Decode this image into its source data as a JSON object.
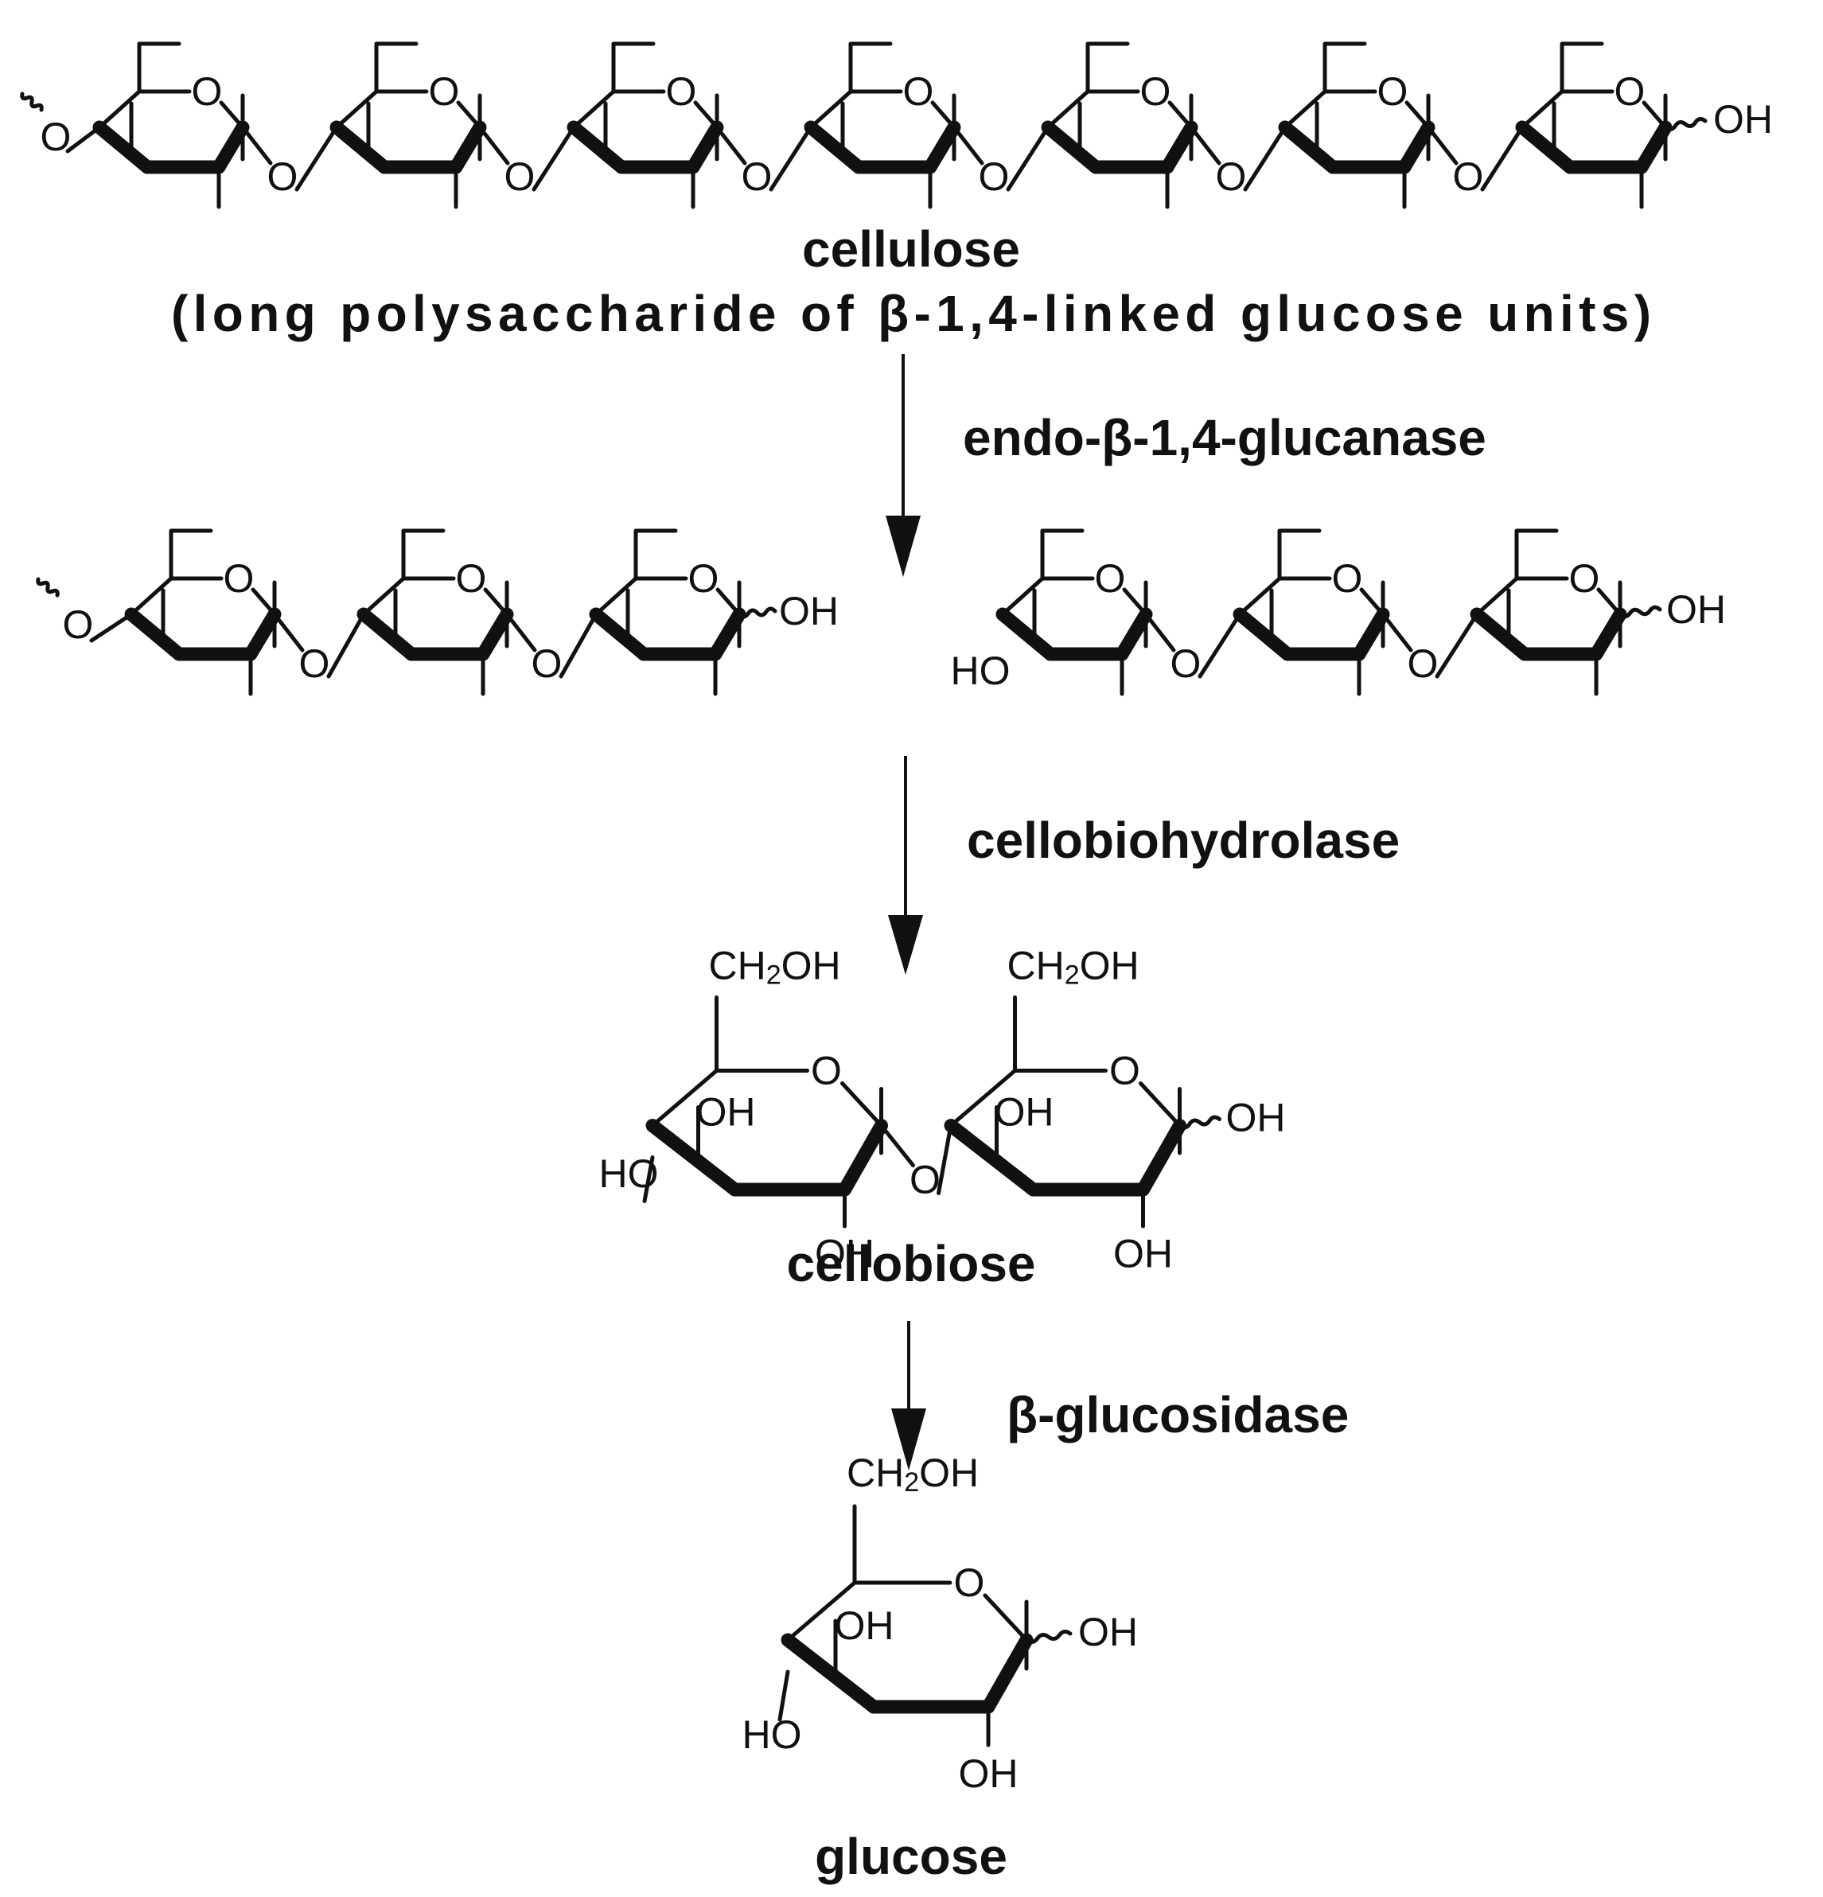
{
  "labels": {
    "cellulose_name": "cellulose",
    "cellulose_desc": "(long polysaccharide of β-1,4-linked glucose units)",
    "cellobiose_name": "cellobiose",
    "glucose_name": "glucose"
  },
  "enzymes": {
    "step1": "endo-β-1,4-glucanase",
    "step2": "cellobiohydrolase",
    "step3": "β-glucosidase"
  },
  "atoms": {
    "ring_oxygen": "O",
    "glycosidic_oxygen": "O",
    "hydroxyl": "OH",
    "hydroxyl_left": "HO",
    "hydroxymethyl_main": "CH",
    "hydroxymethyl_sub": "2",
    "hydroxymethyl_tail": "OH"
  },
  "molecules": {
    "cellulose_units": 7,
    "fragment_left_units": 3,
    "fragment_right_units": 3,
    "cellobiose_units": 2,
    "glucose_units": 1
  },
  "colors": {
    "ink": "#111111",
    "background": "#ffffff"
  }
}
